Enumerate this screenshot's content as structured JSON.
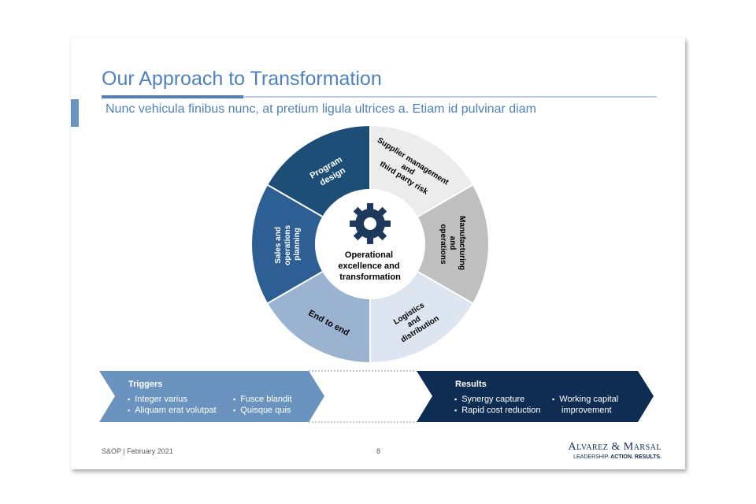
{
  "slide": {
    "title": "Our Approach to Transformation",
    "subtitle": "Nunc vehicula finibus nunc, at pretium ligula ultrices a. Etiam id pulvinar diam"
  },
  "wheel": {
    "center_label": [
      "Operational",
      "excellence and",
      "transformation"
    ],
    "center_icon": "gear-icon",
    "segments": [
      {
        "label": [
          "Program",
          "design"
        ],
        "color": "#1d4e77"
      },
      {
        "label": [
          "Supplier management",
          "and",
          "third party risk"
        ],
        "color": "#ececec"
      },
      {
        "label": [
          "Manufacturing",
          "and",
          "operations"
        ],
        "color": "#bfbfbf"
      },
      {
        "label": [
          "Logistics",
          "and",
          "distribution"
        ],
        "color": "#dde6f0"
      },
      {
        "label": [
          "End to end"
        ],
        "color": "#9ab3d0"
      },
      {
        "label": [
          "Sales and",
          "operations",
          "planning"
        ],
        "color": "#2d5f95"
      }
    ]
  },
  "triggers": {
    "title": "Triggers",
    "col1": [
      "Integer varius",
      "Aliquam erat volutpat"
    ],
    "col2": [
      "Fusce blandit",
      "Quisque quis"
    ],
    "color": "#6b93bf"
  },
  "results": {
    "title": "Results",
    "col1": [
      "Synergy capture",
      "Rapid cost reduction"
    ],
    "col2_lines": [
      "Working capital",
      "improvement"
    ],
    "color": "#0f2d52"
  },
  "footer": {
    "left": "S&OP | February 2021",
    "page": "8",
    "logo_name": "Alvarez & Marsal",
    "logo_tag_plain": "LEADERSHIP.",
    "logo_tag_bold": " ACTION. RESULTS."
  }
}
